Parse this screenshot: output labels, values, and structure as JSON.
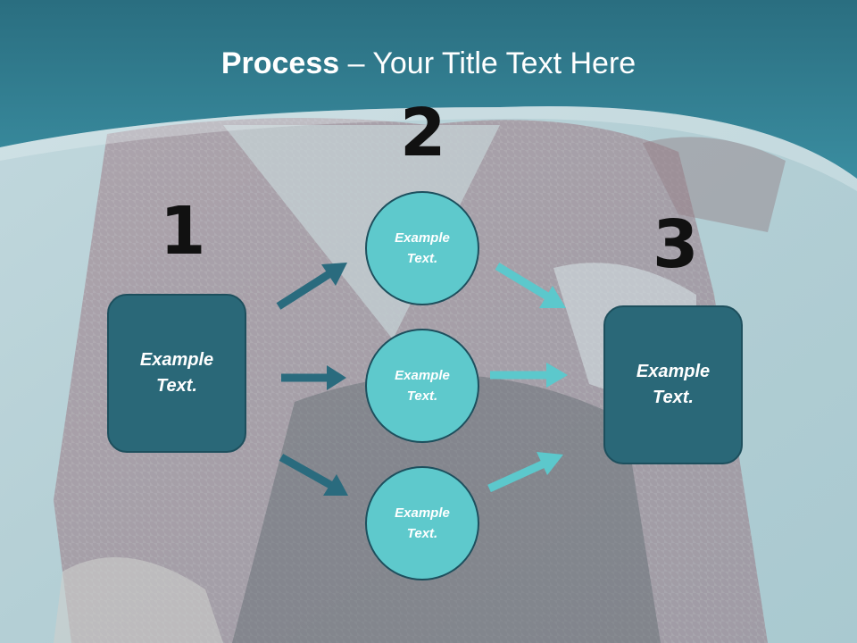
{
  "title": {
    "bold": "Process",
    "rest": " – Your Title Text Here"
  },
  "colors": {
    "header": "#2f7f92",
    "dark_box": "#2a6878",
    "circle": "#5ec9cc",
    "arrow_dark": "#2a6b7e",
    "arrow_light": "#5cc8cc"
  },
  "steps": [
    {
      "number": "1",
      "text": "Example\nText."
    },
    {
      "number": "2",
      "items": [
        "Example\nText.",
        "Example\nText.",
        "Example\nText."
      ]
    },
    {
      "number": "3",
      "text": "Example\nText."
    }
  ]
}
